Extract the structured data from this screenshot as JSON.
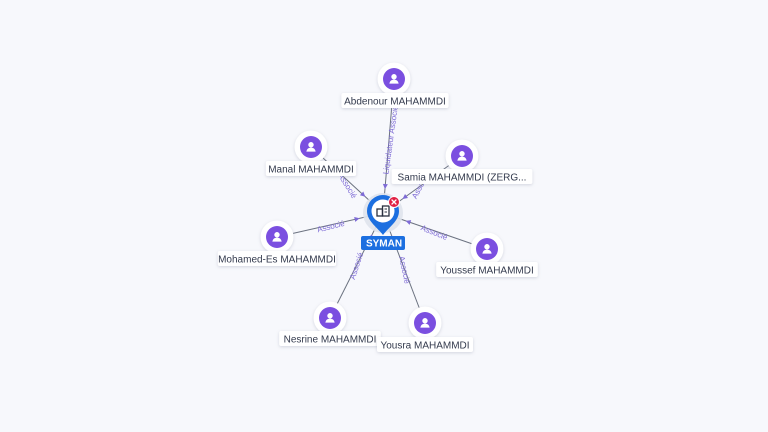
{
  "company": {
    "name": "SYMAN",
    "icon": "building-icon",
    "status_icon": "close-icon",
    "colors": {
      "primary": "#1c6fe0",
      "status": "#e02044"
    }
  },
  "persons": [
    {
      "name": "Abdenour MAHAMMDI",
      "role": "Liquidateur Associé"
    },
    {
      "name": "Manal MAHAMMDI",
      "role": "Associé"
    },
    {
      "name": "Samia MAHAMMDI (ZERG...",
      "role": "Associé"
    },
    {
      "name": "Mohamed-Es MAHAMMDI",
      "role": "Associé"
    },
    {
      "name": "Youssef MAHAMMDI",
      "role": "Associé"
    },
    {
      "name": "Nesrine MAHAMMDI",
      "role": "Associé"
    },
    {
      "name": "Yousra MAHAMMDI",
      "role": "Associé"
    }
  ],
  "person_icon": "person-icon",
  "colors": {
    "person": "#7b4fe0",
    "edge": "#6b7280",
    "edge_label": "#7e6bd6",
    "label_text": "#333a4d"
  }
}
